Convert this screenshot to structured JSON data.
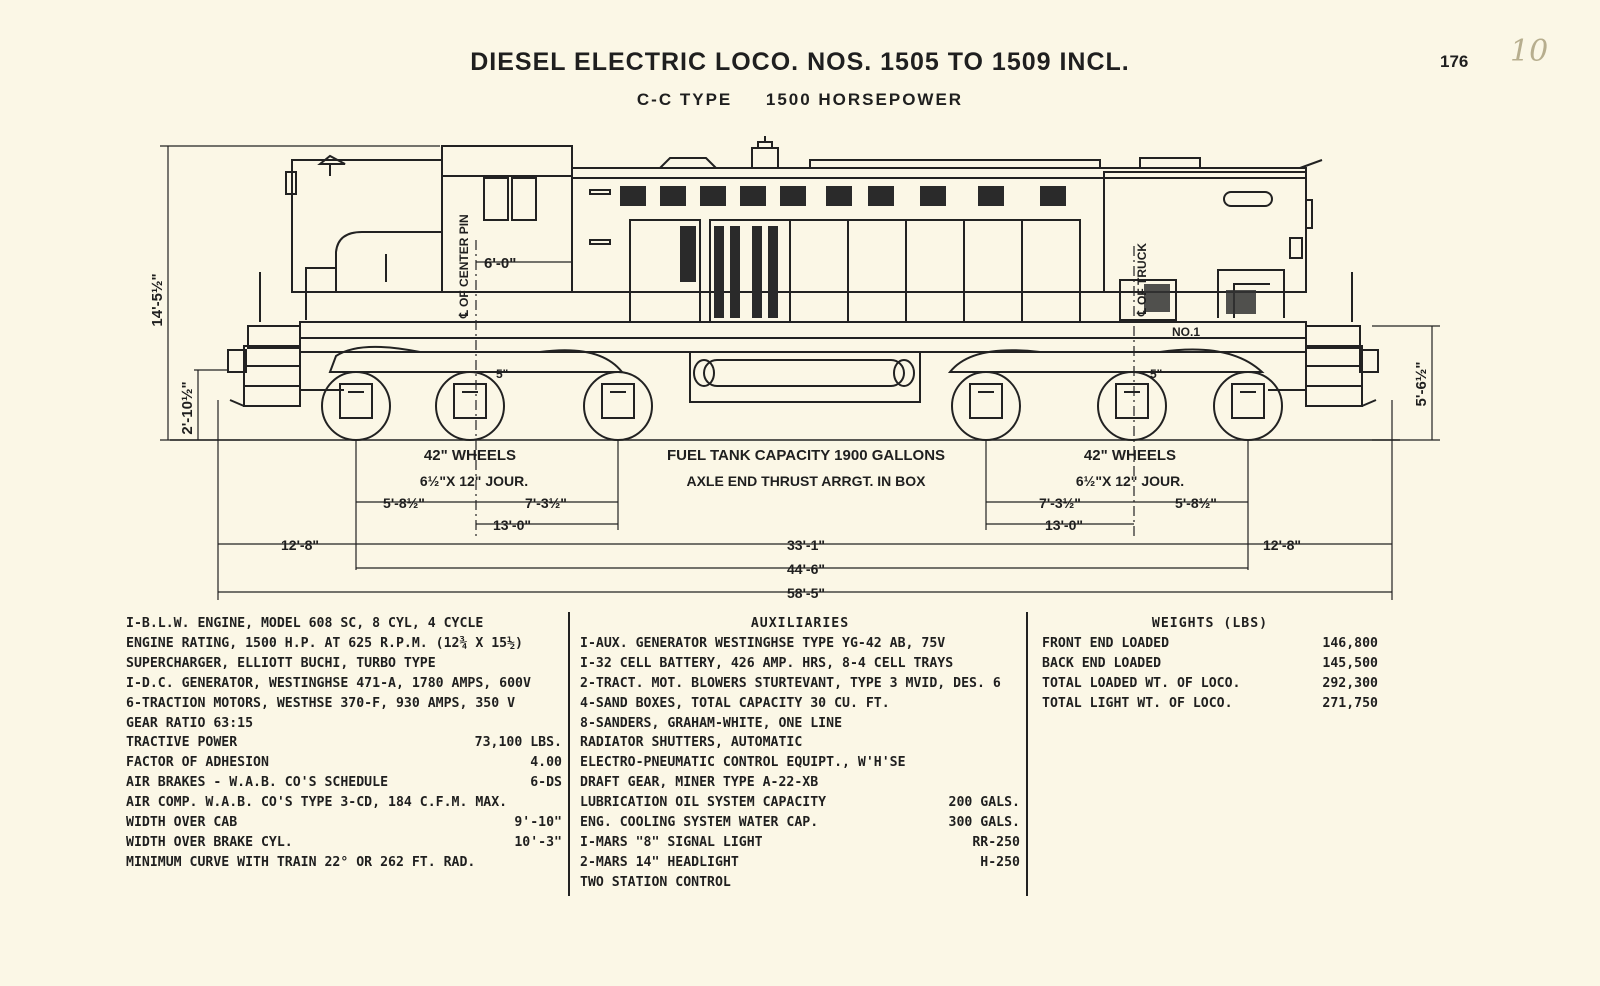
{
  "title": "DIESEL ELECTRIC LOCO. NOS. 1505 TO 1509 INCL.",
  "subtitle": "C-C TYPE     1500 HORSEPOWER",
  "page_number": "176",
  "pencil_mark": "10",
  "dimensions": {
    "height": "14'-5½\"",
    "step_height": "2'-10½\"",
    "end_height": "5'-6½\"",
    "truck_centers": "6'-0\"",
    "center_pin": "℄ OF CENTER PIN",
    "truck_label": "℄ OF TRUCK",
    "truck_no": "NO.1",
    "offset": "5\"",
    "left_wheels": "42\" WHEELS",
    "right_wheels": "42\" WHEELS",
    "left_journal": "6½\"X 12\" JOUR.",
    "right_journal": "6½\"X 12\" JOUR.",
    "fuel_tank": "FUEL TANK CAPACITY 1900 GALLONS",
    "axle_thrust": "AXLE END THRUST ARRGT. IN BOX",
    "left_axle_a": "5'-8½\"",
    "left_axle_b": "7'-3½\"",
    "right_axle_a": "7'-3½\"",
    "right_axle_b": "5'-8½\"",
    "left_wheelbase": "13'-0\"",
    "right_wheelbase": "13'-0\"",
    "left_overhang": "12'-8\"",
    "right_overhang": "12'-8\"",
    "truck_center_dist": "33'-1\"",
    "over_couplers_inner": "44'-6\"",
    "overall_length": "58'-5\""
  },
  "specs": [
    {
      "label": "I-B.L.W. ENGINE, MODEL 608 SC, 8 CYL, 4 CYCLE",
      "value": ""
    },
    {
      "label": "ENGINE RATING, 1500 H.P. AT 625 R.P.M. (12¾ X 15½)",
      "value": ""
    },
    {
      "label": "SUPERCHARGER, ELLIOTT BUCHI, TURBO TYPE",
      "value": ""
    },
    {
      "label": "I-D.C. GENERATOR, WESTINGHSE 471-A, 1780 AMPS, 600V",
      "value": ""
    },
    {
      "label": "6-TRACTION MOTORS, WESTHSE 370-F, 930 AMPS, 350 V",
      "value": ""
    },
    {
      "label": "GEAR RATIO  63:15",
      "value": ""
    },
    {
      "label": "TRACTIVE POWER",
      "value": "73,100  LBS."
    },
    {
      "label": "FACTOR OF ADHESION",
      "value": "4.00"
    },
    {
      "label": "AIR BRAKES - W.A.B. CO'S SCHEDULE",
      "value": "6-DS"
    },
    {
      "label": "AIR COMP. W.A.B. CO'S TYPE 3-CD, 184 C.F.M. MAX.",
      "value": ""
    },
    {
      "label": "WIDTH OVER CAB",
      "value": "9'-10\""
    },
    {
      "label": "WIDTH OVER BRAKE CYL.",
      "value": "10'-3\""
    },
    {
      "label": "MINIMUM CURVE WITH TRAIN  22° OR 262 FT. RAD.",
      "value": ""
    }
  ],
  "auxiliaries": {
    "heading": "AUXILIARIES",
    "items": [
      {
        "label": "I-AUX. GENERATOR WESTINGHSE TYPE YG-42 AB, 75V",
        "value": ""
      },
      {
        "label": "I-32 CELL BATTERY, 426 AMP. HRS, 8-4 CELL TRAYS",
        "value": ""
      },
      {
        "label": "2-TRACT. MOT. BLOWERS STURTEVANT, TYPE 3 MVID, DES. 6",
        "value": ""
      },
      {
        "label": "4-SAND BOXES, TOTAL CAPACITY   30 CU. FT.",
        "value": ""
      },
      {
        "label": "8-SANDERS, GRAHAM-WHITE, ONE LINE",
        "value": ""
      },
      {
        "label": "RADIATOR SHUTTERS, AUTOMATIC",
        "value": ""
      },
      {
        "label": "ELECTRO-PNEUMATIC CONTROL EQUIPT., W'H'SE",
        "value": ""
      },
      {
        "label": "DRAFT GEAR, MINER TYPE A-22-XB",
        "value": ""
      },
      {
        "label": "LUBRICATION OIL SYSTEM CAPACITY",
        "value": "200 GALS."
      },
      {
        "label": "ENG. COOLING SYSTEM WATER CAP.",
        "value": "300 GALS."
      },
      {
        "label": "I-MARS \"8\" SIGNAL LIGHT",
        "value": "RR-250"
      },
      {
        "label": "2-MARS 14\" HEADLIGHT",
        "value": "H-250"
      },
      {
        "label": "TWO  STATION  CONTROL",
        "value": ""
      }
    ]
  },
  "weights": {
    "heading": "WEIGHTS (LBS)",
    "items": [
      {
        "label": "FRONT END LOADED",
        "value": "146,800"
      },
      {
        "label": "BACK END LOADED",
        "value": "145,500"
      },
      {
        "label": "TOTAL LOADED WT. OF LOCO.",
        "value": "292,300"
      },
      {
        "label": "TOTAL LIGHT WT. OF LOCO.",
        "value": "271,750"
      }
    ]
  }
}
